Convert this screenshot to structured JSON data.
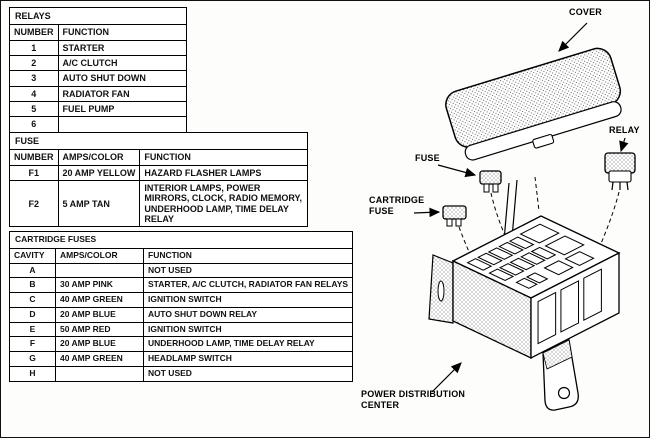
{
  "relays": {
    "title": "RELAYS",
    "headers": [
      "NUMBER",
      "FUNCTION"
    ],
    "rows": [
      {
        "number": "1",
        "function": "STARTER"
      },
      {
        "number": "2",
        "function": "A/C CLUTCH"
      },
      {
        "number": "3",
        "function": "AUTO SHUT DOWN"
      },
      {
        "number": "4",
        "function": "RADIATOR FAN"
      },
      {
        "number": "5",
        "function": "FUEL PUMP"
      },
      {
        "number": "6",
        "function": ""
      }
    ]
  },
  "fuse": {
    "title": "FUSE",
    "headers": [
      "NUMBER",
      "AMPS/COLOR",
      "FUNCTION"
    ],
    "rows": [
      {
        "number": "F1",
        "amps": "20 AMP YELLOW",
        "function": "HAZARD FLASHER LAMPS"
      },
      {
        "number": "F2",
        "amps": "5 AMP TAN",
        "function": "INTERIOR LAMPS, POWER MIRRORS, CLOCK, RADIO MEMORY, UNDERHOOD LAMP, TIME DELAY RELAY"
      }
    ]
  },
  "cartridge_fuses": {
    "title": "CARTRIDGE FUSES",
    "headers": [
      "CAVITY",
      "AMPS/COLOR",
      "FUNCTION"
    ],
    "rows": [
      {
        "cavity": "A",
        "amps": "",
        "function": "NOT USED"
      },
      {
        "cavity": "B",
        "amps": "30 AMP PINK",
        "function": "STARTER, A/C CLUTCH, RADIATOR FAN RELAYS"
      },
      {
        "cavity": "C",
        "amps": "40 AMP GREEN",
        "function": "IGNITION SWITCH"
      },
      {
        "cavity": "D",
        "amps": "20 AMP BLUE",
        "function": "AUTO SHUT DOWN RELAY"
      },
      {
        "cavity": "E",
        "amps": "50 AMP RED",
        "function": "IGNITION SWITCH"
      },
      {
        "cavity": "F",
        "amps": "20 AMP BLUE",
        "function": "UNDERHOOD LAMP, TIME DELAY RELAY"
      },
      {
        "cavity": "G",
        "amps": "40 AMP GREEN",
        "function": "HEADLAMP SWITCH"
      },
      {
        "cavity": "H",
        "amps": "",
        "function": "NOT USED"
      }
    ]
  },
  "diagram": {
    "labels": {
      "cover": "COVER",
      "relay": "RELAY",
      "fuse": "FUSE",
      "cartridge_fuse": "CARTRIDGE FUSE",
      "power_distribution_center": "POWER DISTRIBUTION CENTER"
    }
  }
}
